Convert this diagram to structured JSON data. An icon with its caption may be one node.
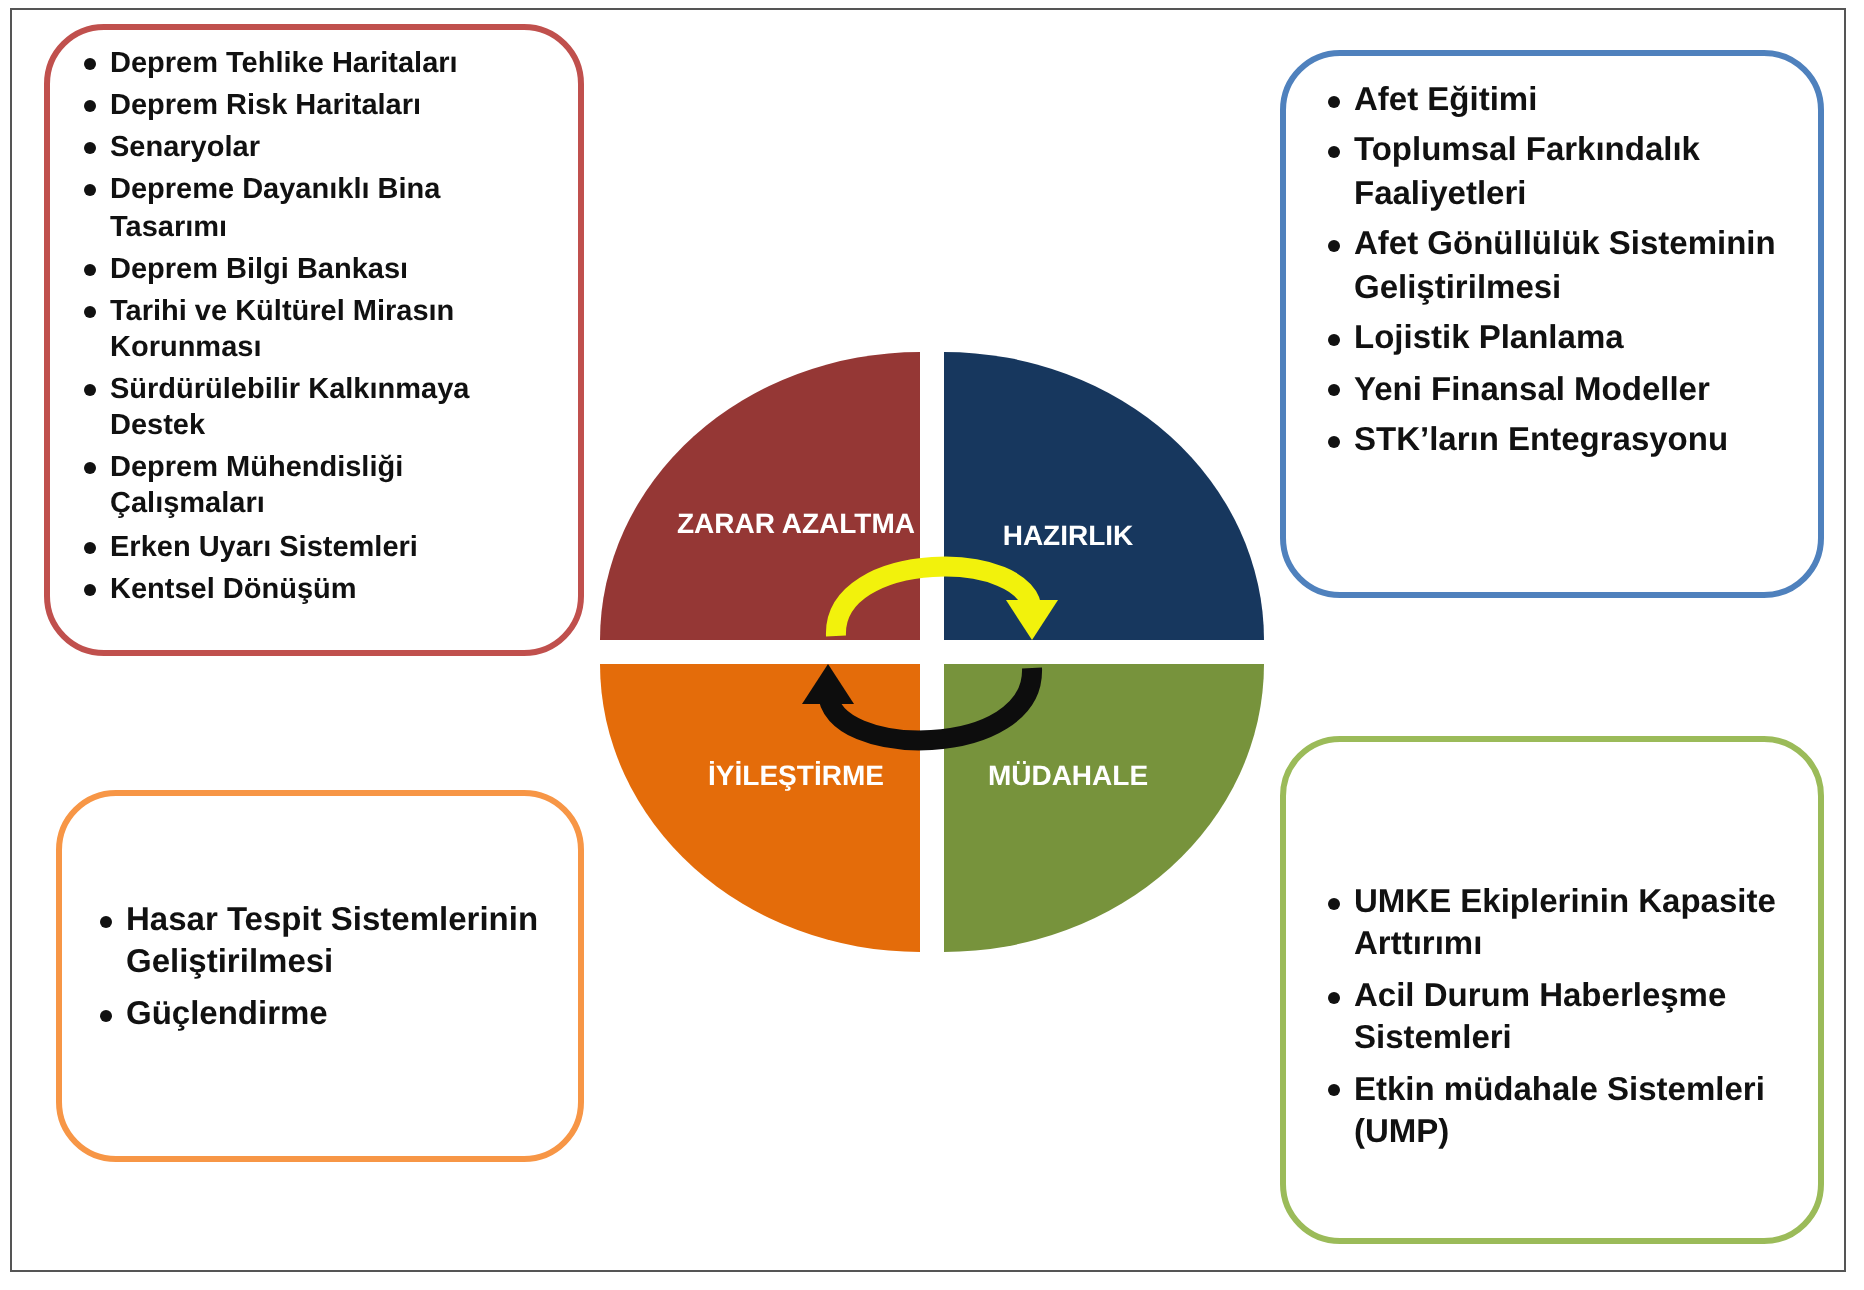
{
  "diagram": {
    "nodes": [
      {
        "text": [
          "Deprem Tehlike Haritaları",
          "Deprem Risk Haritaları",
          "Senaryolar",
          "Depreme Dayanıklı Bina Tasarımı",
          "Deprem Bilgi Bankası",
          "Tarihi ve Kültürel Mirasın Korunması",
          "Sürdürülebilir Kalkınmaya Destek",
          "Deprem Mühendisliği Çalışmaları",
          "Erken Uyarı Sistemleri",
          "Kentsel Dönüşüm"
        ]
      },
      {
        "text": [
          "Afet Eğitimi",
          "Toplumsal Farkındalık Faaliyetleri",
          "Afet Gönüllülük Sisteminin Geliştirilmesi",
          "Lojistik Planlama",
          "Yeni Finansal Modeller",
          "STK’ların Entegrasyonu"
        ]
      },
      {
        "text": [
          "ZARAR AZALTMA"
        ]
      },
      {
        "text": [
          "HAZIRLIK"
        ]
      },
      {
        "text": [
          "İYİLEŞTİRME"
        ]
      },
      {
        "text": [
          "MÜDAHALE"
        ]
      },
      {
        "text": [
          "Hasar Tespit Sistemlerinin Geliştirilmesi",
          "Güçlendirme"
        ]
      },
      {
        "text": [
          "UMKE Ekiplerinin Kapasite Arttırımı",
          "Acil Durum Haberleşme Sistemleri",
          "Etkin müdahale Sistemleri (UMP)"
        ]
      }
    ],
    "edges": [
      {
        "from": 2,
        "to": 3,
        "arrow": "to",
        "color": "#f2f20c"
      },
      {
        "from": 5,
        "to": 4,
        "arrow": "to",
        "color": "#0d0d0d"
      }
    ]
  }
}
